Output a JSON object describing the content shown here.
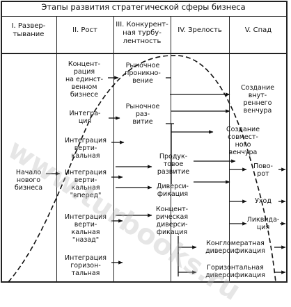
{
  "title": "Этапы развития стратегической сферы бизнеса",
  "columns": [
    "I. Развер-\nтывание",
    "II. Рост",
    "III. Конкурент-\nная турбу-\nлентность",
    "IV. Зрелость",
    "V. Спад"
  ],
  "cells": {
    "start": "Начало\nнового\nбизнеса",
    "conc_single": "Концент-\nрация\nна единст-\nвенном\nбизнесе",
    "integration": "Интегра-\nция",
    "vert_int": "Интеграция\nверти-\nкальная",
    "vert_fwd": "Интеграция\nверти-\nкальная\n\"вперед\"",
    "vert_back": "Интеграция\nверти-\nкальная\n\"назад\"",
    "horiz_int": "Интеграция\nгоризон-\nтальная",
    "market_pen": "Рыночное\nпроникно-\nвение",
    "market_dev": "Рыночное\nраз-\nвитие",
    "product_dev": "Продук-\nтовое\nразвитие",
    "diversif": "Диверси-\nфикация",
    "conc_div": "Концент-\nрическая\nдиверси-\nфикация",
    "internal_venture": "Создание\nвнут-\nреннего\nвенчура",
    "joint_venture": "Создание\nсовмест-\nного\nвенчура",
    "turn": "Пово-\nрот",
    "exit": "Уход",
    "liquidation": "Ликвида-\nция",
    "conglomerate": "Конгломератная\nдиверсификация",
    "horiz_div": "Горизонтальная\nдиверсификация"
  },
  "watermark": "www.turbooks.ru"
}
